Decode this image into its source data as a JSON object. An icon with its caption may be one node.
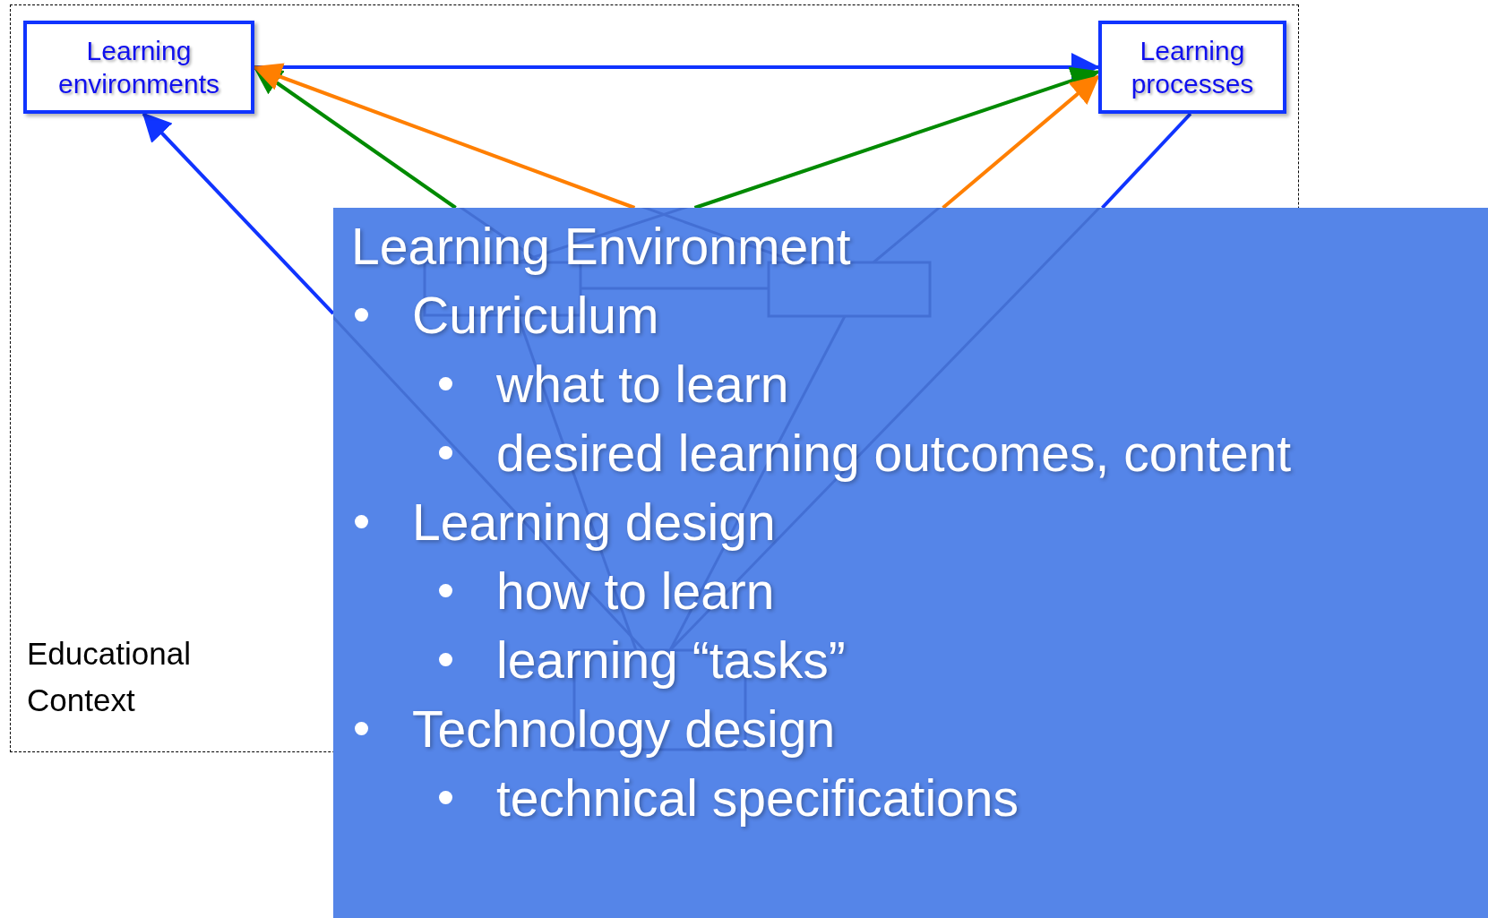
{
  "diagram": {
    "nodes": [
      {
        "text": [
          "Educational Context"
        ]
      },
      {
        "text": [
          "Learning environments"
        ],
        "in": 0
      },
      {
        "text": [
          "Learning processes"
        ],
        "in": 0
      },
      {
        "text": [
          "Learning Environment",
          "Curriculum",
          "what to learn",
          "desired learning outcomes, content",
          "Learning design",
          "how to learn",
          "learning “tasks”",
          "Technology design",
          "technical specifications"
        ]
      }
    ],
    "edges": [
      {
        "from": 1,
        "to": 2,
        "arrow": "to"
      },
      {
        "from": 3,
        "to": 1,
        "arrow": "to",
        "color": "#008a00"
      },
      {
        "from": 3,
        "to": 1,
        "arrow": "to",
        "color": "#ff7f00"
      },
      {
        "from": 3,
        "to": 2,
        "arrow": "to",
        "color": "#008a00"
      },
      {
        "from": 3,
        "to": 2,
        "arrow": "to",
        "color": "#ff7f00"
      },
      {
        "from": 3,
        "to": 1,
        "arrow": "to"
      },
      {
        "from": 2,
        "to": 3,
        "arrow": "none"
      }
    ]
  }
}
